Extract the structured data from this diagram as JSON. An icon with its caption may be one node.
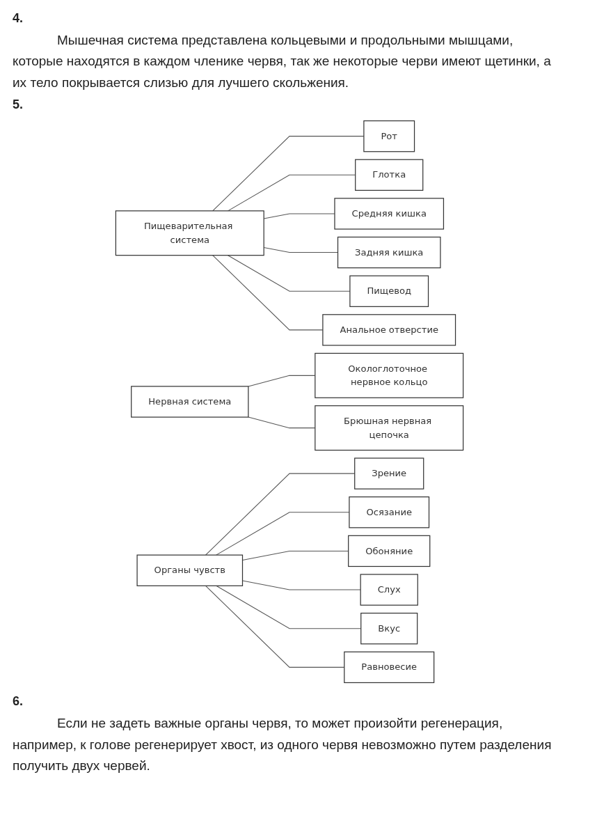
{
  "diagram": {
    "nodes": [
      {
        "text": [
          "Пищеварительная система"
        ]
      },
      {
        "text": [
          "Рот"
        ]
      },
      {
        "text": [
          "Глотка"
        ]
      },
      {
        "text": [
          "Средняя кишка"
        ]
      },
      {
        "text": [
          "Задняя кишка"
        ]
      },
      {
        "text": [
          "Пищевод"
        ]
      },
      {
        "text": [
          "Анальное отверстие"
        ]
      },
      {
        "text": [
          "Нервная система"
        ]
      },
      {
        "text": [
          "Окологлоточное нервное кольцо"
        ]
      },
      {
        "text": [
          "Брюшная нервная цепочка"
        ]
      },
      {
        "text": [
          "Органы чувств"
        ]
      },
      {
        "text": [
          "Зрение"
        ]
      },
      {
        "text": [
          "Осязание"
        ]
      },
      {
        "text": [
          "Обоняние"
        ]
      },
      {
        "text": [
          "Слух"
        ]
      },
      {
        "text": [
          "Вкус"
        ]
      },
      {
        "text": [
          "Равновесие"
        ]
      }
    ],
    "edges": [
      {
        "from": 0,
        "to": 1,
        "arrow": "none"
      },
      {
        "from": 0,
        "to": 2,
        "arrow": "none"
      },
      {
        "from": 0,
        "to": 3,
        "arrow": "none"
      },
      {
        "from": 0,
        "to": 4,
        "arrow": "none"
      },
      {
        "from": 0,
        "to": 5,
        "arrow": "none"
      },
      {
        "from": 0,
        "to": 6,
        "arrow": "none"
      },
      {
        "from": 7,
        "to": 8,
        "arrow": "none"
      },
      {
        "from": 7,
        "to": 9,
        "arrow": "none"
      },
      {
        "from": 10,
        "to": 11,
        "arrow": "none"
      },
      {
        "from": 10,
        "to": 12,
        "arrow": "none"
      },
      {
        "from": 10,
        "to": 13,
        "arrow": "none"
      },
      {
        "from": 10,
        "to": 14,
        "arrow": "none"
      },
      {
        "from": 10,
        "to": 15,
        "arrow": "none"
      },
      {
        "from": 10,
        "to": 16,
        "arrow": "none"
      }
    ],
    "labels": [
      "4.",
      "Мышечная система представлена кольцевыми и продольными мышцами, которые находятся в каждом членике червя, так же некоторые черви имеют щетинки, а их тело покрывается слизью для лучшего скольжения.",
      "5.",
      "6.",
      "Если не задеть важные органы червя, то может произойти регенерация, например, к голове регенерирует хвост, из одного червя невозможно путем разделения получить двух червей."
    ]
  }
}
